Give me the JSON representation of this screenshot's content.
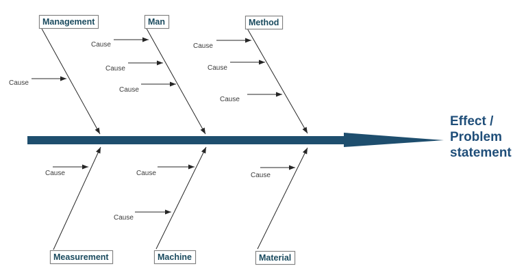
{
  "diagram": {
    "type": "fishbone-cause-effect",
    "effect": {
      "lines": [
        "Effect /",
        "Problem",
        "statement"
      ]
    },
    "top_branches": [
      {
        "label": "Management",
        "causes": [
          "Cause"
        ]
      },
      {
        "label": "Man",
        "causes": [
          "Cause",
          "Cause",
          "Cause"
        ]
      },
      {
        "label": "Method",
        "causes": [
          "Cause",
          "Cause",
          "Cause"
        ]
      }
    ],
    "bottom_branches": [
      {
        "label": "Measurement",
        "causes": [
          "Cause"
        ]
      },
      {
        "label": "Machine",
        "causes": [
          "Cause",
          "Cause"
        ]
      },
      {
        "label": "Material",
        "causes": [
          "Cause"
        ]
      }
    ],
    "colors": {
      "spine": "#1e4e6e",
      "category_text": "#1a4a5e",
      "effect_text": "#1f4e79",
      "cause_text": "#3a3a3a",
      "box_border": "#7f7f7f",
      "bone_line": "#262626"
    }
  }
}
